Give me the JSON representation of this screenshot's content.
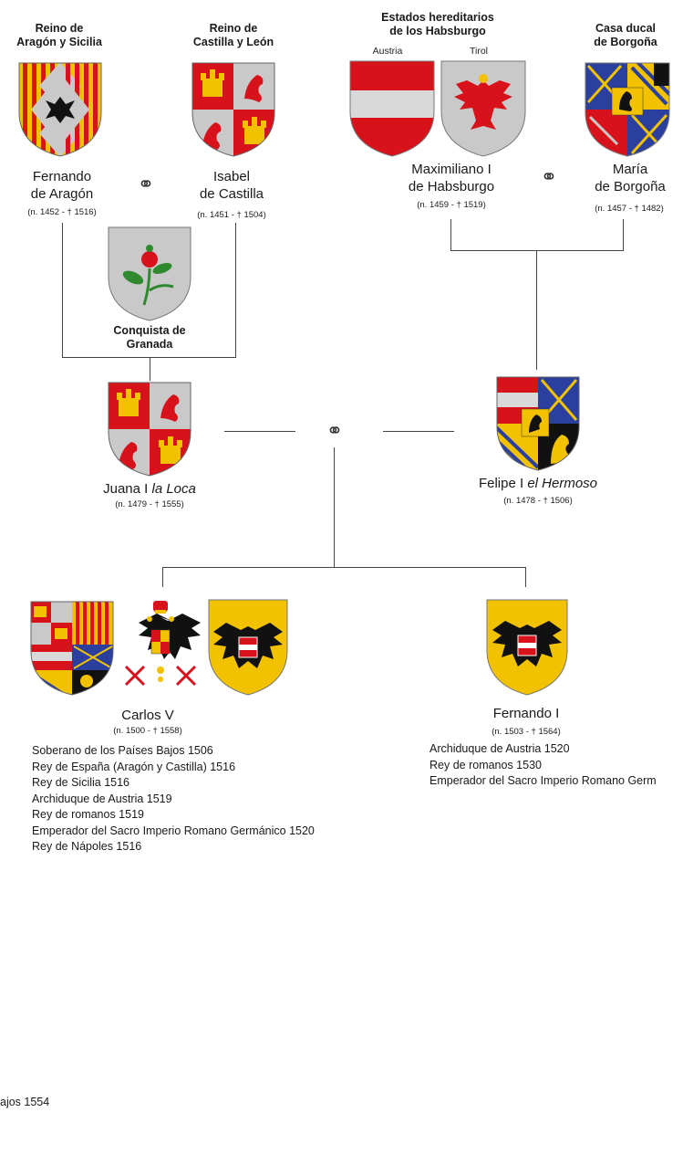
{
  "kingdoms": {
    "aragon_sicilia": "Reino de\nAragón y Sicilia",
    "castilla_leon": "Reino de\nCastilla y León",
    "habsburgo": "Estados hereditarios\nde los Habsburgo",
    "borgona": "Casa ducal\nde Borgoña"
  },
  "sub_labels": {
    "austria": "Austria",
    "tirol": "Tirol"
  },
  "marriage_symbol": "⚭",
  "people": {
    "fernando_aragon": {
      "name": "Fernando\nde Aragón",
      "dates": "(n. 1452 - † 1516)"
    },
    "isabel_castilla": {
      "name": "Isabel\nde Castilla",
      "dates": "(n. 1451 - † 1504)"
    },
    "maximiliano": {
      "name": "Maximiliano I\nde Habsburgo",
      "dates": "(n. 1459 - † 1519)"
    },
    "maria_borgona": {
      "name": "María\nde Borgoña",
      "dates": "(n. 1457 - † 1482)"
    },
    "juana": {
      "name_prefix": "Juana I ",
      "name_italic": "la Loca",
      "dates": "(n. 1479 - † 1555)"
    },
    "felipe": {
      "name_prefix": "Felipe I ",
      "name_italic": "el Hermoso",
      "dates": "(n. 1478 - † 1506)"
    },
    "carlos": {
      "name": "Carlos V",
      "dates": "(n. 1500 - † 1558)",
      "titles": [
        "Soberano de los Países Bajos 1506",
        "Rey de España (Aragón y Castilla) 1516",
        "Rey de Sicilia 1516",
        "Archiduque de Austria 1519",
        "Rey de romanos 1519",
        "Emperador del Sacro Imperio Romano Germánico 1520",
        "Rey de Nápoles 1516"
      ]
    },
    "fernando_i": {
      "name": "Fernando I",
      "dates": "(n. 1503 - † 1564)",
      "titles": [
        "Archiduque de Austria 1520",
        "Rey de romanos 1530",
        "Emperador del Sacro Imperio Romano Germ"
      ]
    }
  },
  "granada_label": "Conquista de\nGranada",
  "cut_text": "ajos 1554",
  "colors": {
    "gold": "#f2c200",
    "red": "#d8121b",
    "silver": "#c9c9c9",
    "blue": "#2a3f9e",
    "black": "#111111",
    "line": "#444444"
  }
}
